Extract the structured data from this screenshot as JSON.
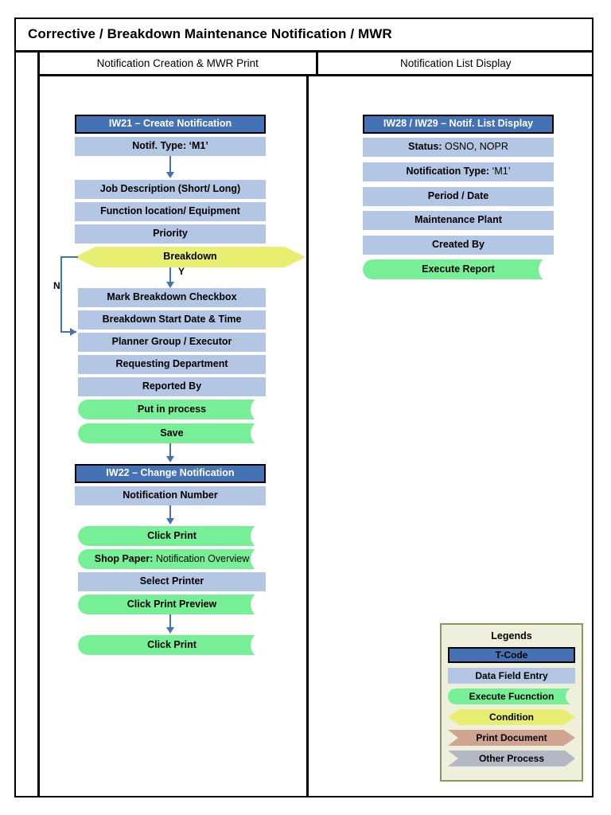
{
  "header": {
    "title": "Corrective / Breakdown Maintenance Notification / MWR"
  },
  "columns": [
    {
      "label": "Notification Creation & MWR Print"
    },
    {
      "label": "Notification List Display"
    }
  ],
  "branch_labels": {
    "yes": "Y",
    "no": "N"
  },
  "colors": {
    "tcode": "#4472b4",
    "data_field": "#b3c6e3",
    "execute": "#77ef97",
    "condition": "#e8ef70",
    "print_document": "#cfa490",
    "other_process": "#b4b8c4",
    "connector": "#4472b4",
    "legend_background": "#eef0dc",
    "legend_border": "#8a9a5b"
  },
  "left_flow": {
    "tcode_create": "IW21 – Create Notification",
    "notif_type": "Notif. Type: ‘M1’",
    "job_description": "Job Description (Short/ Long)",
    "function_location": "Function location/ Equipment",
    "priority": "Priority",
    "breakdown": "Breakdown",
    "mark_breakdown": "Mark Breakdown Checkbox",
    "breakdown_start": "Breakdown Start Date & Time",
    "planner_group": "Planner Group / Executor",
    "requesting_department": "Requesting Department",
    "reported_by": "Reported By",
    "put_in_process": "Put in process",
    "save": "Save",
    "tcode_change": "IW22 – Change Notification",
    "notification_number": "Notification Number",
    "click_print_1": "Click Print",
    "shop_paper_label": "Shop Paper:",
    "shop_paper_value": "Notification Overview",
    "select_printer": "Select Printer",
    "click_print_preview": "Click Print Preview",
    "click_print_2": "Click Print"
  },
  "right_flow": {
    "tcode_list": "IW28 / IW29 – Notif. List Display",
    "status_label": "Status:",
    "status_value": "OSNO, NOPR",
    "notification_type_label": "Notification Type:",
    "notification_type_value": "‘M1’",
    "period_date": "Period / Date",
    "maintenance_plant": "Maintenance Plant",
    "created_by": "Created By",
    "execute_report": "Execute Report"
  },
  "legend": {
    "title": "Legends",
    "items": [
      {
        "label": "T-Code",
        "kind": "tcode"
      },
      {
        "label": "Data Field Entry",
        "kind": "data"
      },
      {
        "label": "Execute Fucnction",
        "kind": "exec"
      },
      {
        "label": "Condition",
        "kind": "cond"
      },
      {
        "label": "Print Document",
        "kind": "print"
      },
      {
        "label": "Other Process",
        "kind": "other"
      }
    ]
  }
}
